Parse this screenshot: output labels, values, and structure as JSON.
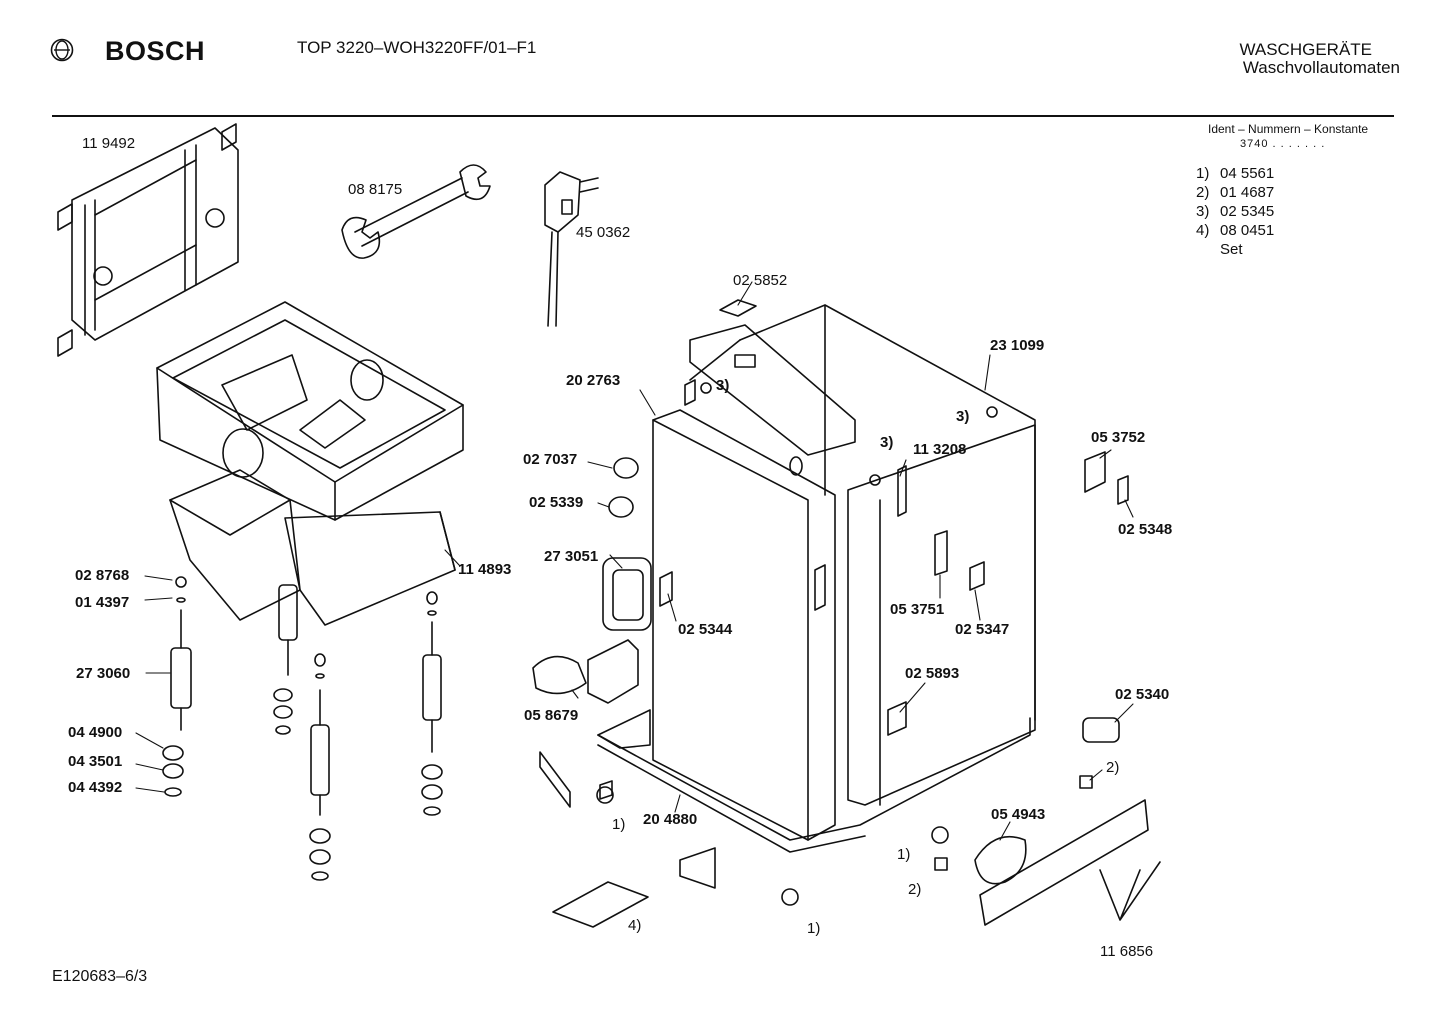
{
  "header": {
    "brand": "BOSCH",
    "logo_icon": "bosch-armature-logo",
    "doc_title": "TOP 3220–WOH3220FF/01–F1",
    "category": "WASCHGERÄTE",
    "subcategory": "Waschvollautomaten"
  },
  "ident": {
    "heading": "Ident – Nummern – Konstante",
    "value": "3740 . . . . . . .",
    "items": [
      {
        "key": "1)",
        "value": "04 5561"
      },
      {
        "key": "2)",
        "value": "01 4687"
      },
      {
        "key": "3)",
        "value": "02 5345"
      },
      {
        "key": "4)",
        "value": "08 0451"
      },
      {
        "key": "",
        "value": "Set"
      }
    ]
  },
  "parts": {
    "p119492": "11 9492",
    "p088175": "08 8175",
    "p450362": "45 0362",
    "p025852": "02 5852",
    "p231099": "23 1099",
    "p202763": "20 2763",
    "p113208": "11 3208",
    "p053752": "05 3752",
    "p025348": "02 5348",
    "p027037": "02 7037",
    "p025339": "02 5339",
    "p273051": "27 3051",
    "p025344": "02 5344",
    "p053751": "05 3751",
    "p025347": "02 5347",
    "p028768": "02 8768",
    "p014397": "01 4397",
    "p114893": "11 4893",
    "p273060": "27 3060",
    "p058679": "05 8679",
    "p025893": "02 5893",
    "p025340": "02 5340",
    "p044900": "04 4900",
    "p043501": "04 3501",
    "p044392": "04 4392",
    "p204880": "20 4880",
    "p054943": "05 4943",
    "p116856": "11 6856"
  },
  "refs": {
    "r1": "1)",
    "r2": "2)",
    "r3": "3)",
    "r4": "4)"
  },
  "footer": {
    "code": "E120683–6/3"
  }
}
